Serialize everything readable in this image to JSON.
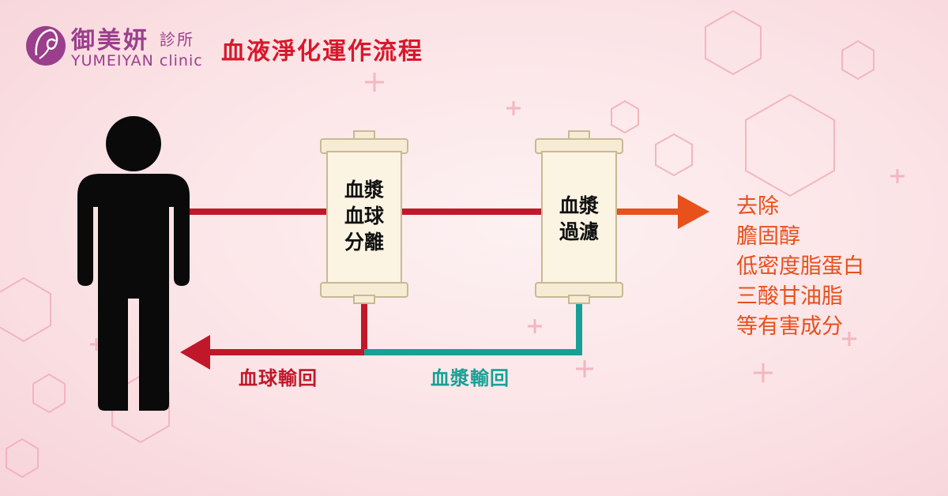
{
  "brand": {
    "name": "御美妍",
    "suffix": "診所",
    "english": "YUMEIYAN clinic"
  },
  "title": "血液淨化運作流程",
  "units": [
    {
      "label": "血漿\n血球\n分離"
    },
    {
      "label": "血漿\n過濾"
    }
  ],
  "returns": {
    "blood_cells": "血球輸回",
    "plasma": "血漿輸回"
  },
  "removal": {
    "heading": "去除",
    "items": [
      "膽固醇",
      "低密度脂蛋白",
      "三酸甘油脂",
      "等有害成分"
    ]
  },
  "colors": {
    "title_red": "#d8182b",
    "blood_line": "#c0182a",
    "plasma_line": "#17a095",
    "output_arrow": "#e8501c",
    "brand_purple": "#9b3e8c"
  },
  "icons": [
    "person-silhouette-icon",
    "filter-canister-icon",
    "arrow-right-icon",
    "arrow-left-icon",
    "hexagon-decoration",
    "plus-decoration"
  ]
}
